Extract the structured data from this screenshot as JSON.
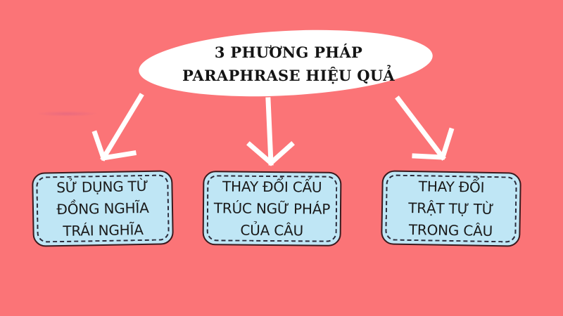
{
  "colors": {
    "background": "#fb7477",
    "bubble": "#ffffff",
    "box_fill": "#bfe6f5",
    "box_border": "#3a1a1e",
    "arrow": "#ffffff",
    "text": "#1a1a1a"
  },
  "title": {
    "line1": "3 PHƯƠNG PHÁP",
    "line2": "PARAPHRASE HIỆU QUẢ"
  },
  "methods": [
    {
      "lines": [
        "SỬ DỤNG TỪ",
        "ĐỒNG NGHĨA",
        "TRÁI NGHĨA"
      ]
    },
    {
      "lines": [
        "THAY ĐỔI CẤU",
        "TRÚC NGỮ PHÁP",
        "CỦA CÂU"
      ]
    },
    {
      "lines": [
        "THAY ĐỔI",
        "TRẬT TỰ TỪ",
        "TRONG CÂU"
      ]
    }
  ],
  "arrows": [
    {
      "name": "arrow-left",
      "direction": "down-left"
    },
    {
      "name": "arrow-center",
      "direction": "down"
    },
    {
      "name": "arrow-right",
      "direction": "down-right"
    }
  ]
}
